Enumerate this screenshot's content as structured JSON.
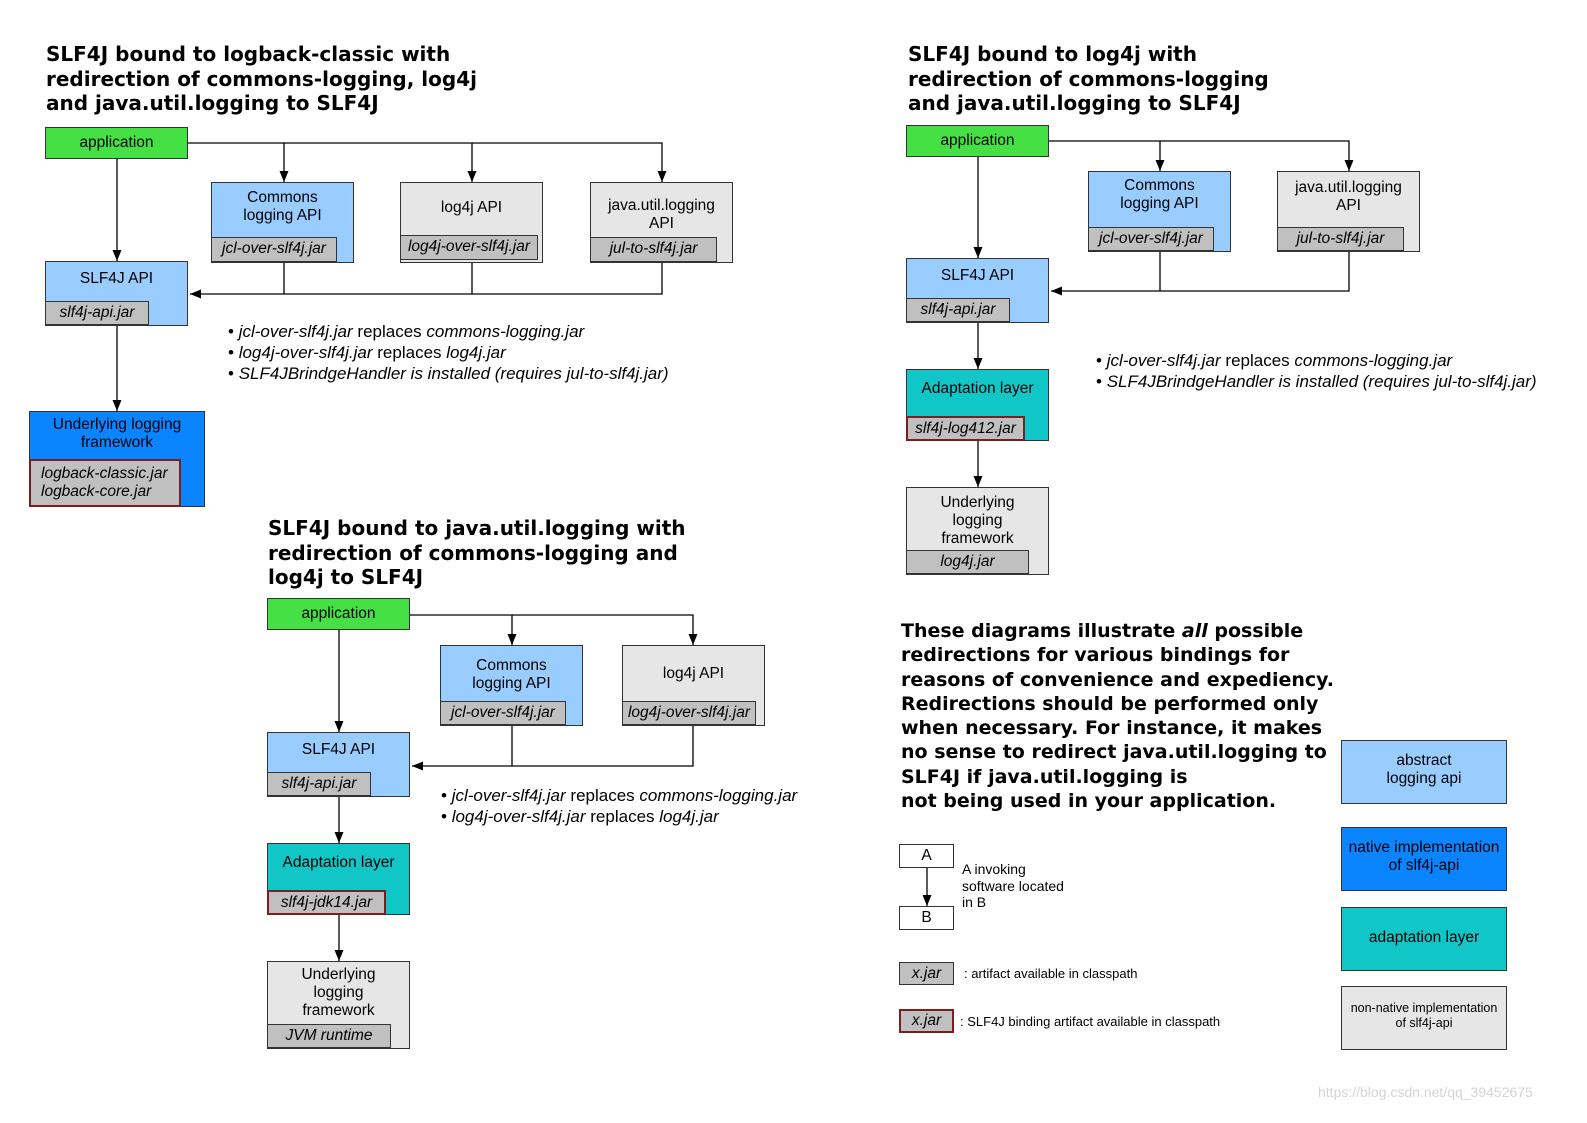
{
  "diagrams": {
    "logback": {
      "title": [
        "SLF4J bound to logback-classic with",
        "redirection of commons-logging, log4j",
        "and java.util.logging to SLF4J"
      ],
      "application": "application",
      "commons": {
        "label": [
          "Commons",
          "logging API"
        ],
        "jar": "jcl-over-slf4j.jar"
      },
      "log4j": {
        "label": [
          "log4j API"
        ],
        "jar": "log4j-over-slf4j.jar"
      },
      "jul": {
        "label": [
          "java.util.logging",
          "API"
        ],
        "jar": "jul-to-slf4j.jar"
      },
      "slf4j": {
        "label": [
          "SLF4J API"
        ],
        "jar": "slf4j-api.jar"
      },
      "underlying": {
        "label": [
          "Underlying logging",
          "framework"
        ],
        "jar": [
          "logback-classic.jar",
          "logback-core.jar"
        ]
      },
      "notes": [
        {
          "bullet": "•",
          "a": "jcl-over-slf4j.jar",
          "b": " replaces ",
          "c": "commons-logging.jar"
        },
        {
          "bullet": "•",
          "a": "log4j-over-slf4j.jar",
          "b": " replaces ",
          "c": "log4j.jar"
        },
        {
          "bullet": "•",
          "a": "SLF4JBrindgeHandler is installed (requires jul-to-slf4j.jar)",
          "b": "",
          "c": ""
        }
      ]
    },
    "log4j": {
      "title": [
        "SLF4J bound to log4j with",
        "redirection of commons-logging",
        "and java.util.logging to SLF4J"
      ],
      "application": "application",
      "commons": {
        "label": [
          "Commons",
          "logging API"
        ],
        "jar": "jcl-over-slf4j.jar"
      },
      "jul": {
        "label": [
          "java.util.logging",
          "API"
        ],
        "jar": "jul-to-slf4j.jar"
      },
      "slf4j": {
        "label": [
          "SLF4J API"
        ],
        "jar": "slf4j-api.jar"
      },
      "adaptation": {
        "label": [
          "Adaptation layer"
        ],
        "jar": "slf4j-log412.jar"
      },
      "underlying": {
        "label": [
          "Underlying",
          "logging",
          "framework"
        ],
        "jar": "log4j.jar"
      },
      "notes": [
        {
          "bullet": "•",
          "a": "jcl-over-slf4j.jar",
          "b": " replaces ",
          "c": "commons-logging.jar"
        },
        {
          "bullet": "•",
          "a": "SLF4JBrindgeHandler is installed (requires jul-to-slf4j.jar)",
          "b": "",
          "c": ""
        }
      ]
    },
    "jul": {
      "title": [
        "SLF4J bound to java.util.logging with",
        "redirection of commons-logging and",
        "log4j to SLF4J"
      ],
      "application": "application",
      "commons": {
        "label": [
          "Commons",
          "logging API"
        ],
        "jar": "jcl-over-slf4j.jar"
      },
      "log4j": {
        "label": [
          "log4j API"
        ],
        "jar": "log4j-over-slf4j.jar"
      },
      "slf4j": {
        "label": [
          "SLF4J API"
        ],
        "jar": "slf4j-api.jar"
      },
      "adaptation": {
        "label": [
          "Adaptation layer"
        ],
        "jar": "slf4j-jdk14.jar"
      },
      "underlying": {
        "label": [
          "Underlying",
          "logging",
          "framework"
        ],
        "jar": "JVM runtime"
      },
      "notes": [
        {
          "bullet": "•",
          "a": "jcl-over-slf4j.jar",
          "b": " replaces ",
          "c": "commons-logging.jar"
        },
        {
          "bullet": "•",
          "a": "log4j-over-slf4j.jar",
          "b": " replaces ",
          "c": "log4j.jar"
        }
      ]
    }
  },
  "explanation": {
    "l1a": "These diagrams illustrate ",
    "l1em": "all",
    "l1b": " possible",
    "l2": "redirections for various bindings for",
    "l3": "reasons of convenience and expediency.",
    "l4": "Redirections should be performed only",
    "l5": "when necessary. For instance, it makes",
    "l6": "no sense to redirect java.util.logging to",
    "l7": "SLF4J if java.util.logging is",
    "l8": "not being used in your application."
  },
  "legend": {
    "a": "A",
    "b": "B",
    "invoke_text": [
      "A invoking",
      "software located",
      "in B"
    ],
    "jar_sample": "x.jar",
    "jar_text": ": artifact available in classpath",
    "binding_sample": "x.jar",
    "binding_text": ": SLF4J binding artifact available in classpath",
    "abstract": [
      "abstract",
      "logging api"
    ],
    "native": [
      "native implementation",
      "of slf4j-api"
    ],
    "adaptation": [
      "adaptation layer"
    ],
    "nonnative": [
      "non-native implementation",
      "of slf4j-api"
    ]
  },
  "colors": {
    "application": "#44e044",
    "abstract_api": "#99ccff",
    "native_impl": "#0080ff",
    "adaptation_layer": "#11c6c6",
    "non_native": "#e6e6e6",
    "jar": "#c0c0c0",
    "binding_border": "#7a1f1f"
  },
  "watermark": "https://blog.csdn.net/qq_39452675"
}
